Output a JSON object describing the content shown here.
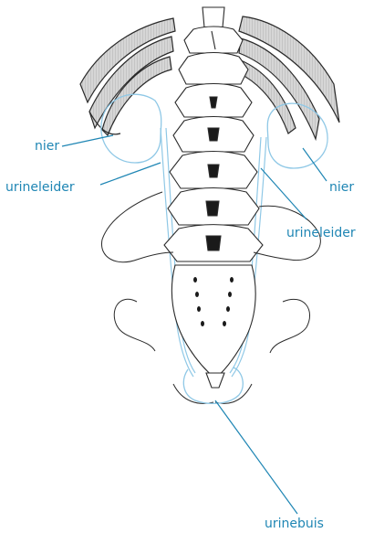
{
  "labels": {
    "kidney_left": "nier",
    "ureter_left": "urineleider",
    "kidney_right": "nier",
    "ureter_right": "urineleider",
    "urethra": "urinebuis"
  },
  "colors": {
    "label": "#1f86b4",
    "organ_outline": "#8fc8e6",
    "bone_outline": "#2a2a2a",
    "rib_fill": "#c9c9c9"
  }
}
